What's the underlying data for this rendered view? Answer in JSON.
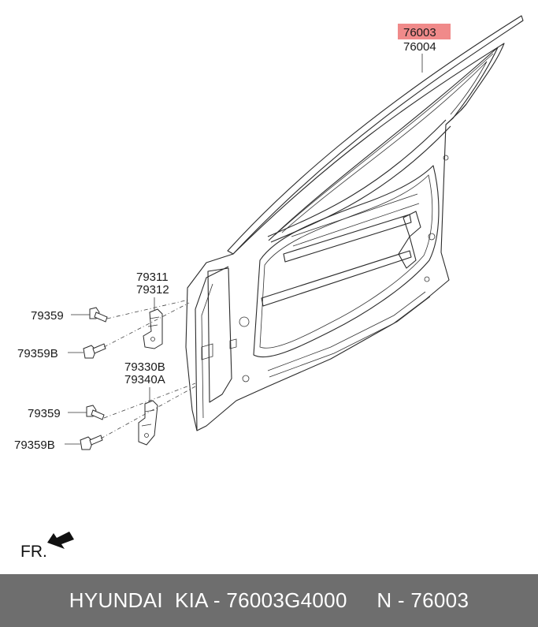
{
  "diagram": {
    "highlight_color": "#f08a8a",
    "callouts": {
      "door_a": "76003",
      "door_b": "76004",
      "upper_hinge_a": "79311",
      "upper_hinge_b": "79312",
      "upper_bolt_a": "79359",
      "upper_bolt_b": "79359B",
      "lower_hinge_a": "79330B",
      "lower_hinge_b": "79340A",
      "lower_bolt_a": "79359",
      "lower_bolt_b": "79359B"
    },
    "direction_label": "FR.",
    "direction_icon": "arrow-icon"
  },
  "footer": {
    "text": "HYUNDAI  KIA - 76003G4000     N - 76003",
    "background": "#6e6e6e"
  }
}
